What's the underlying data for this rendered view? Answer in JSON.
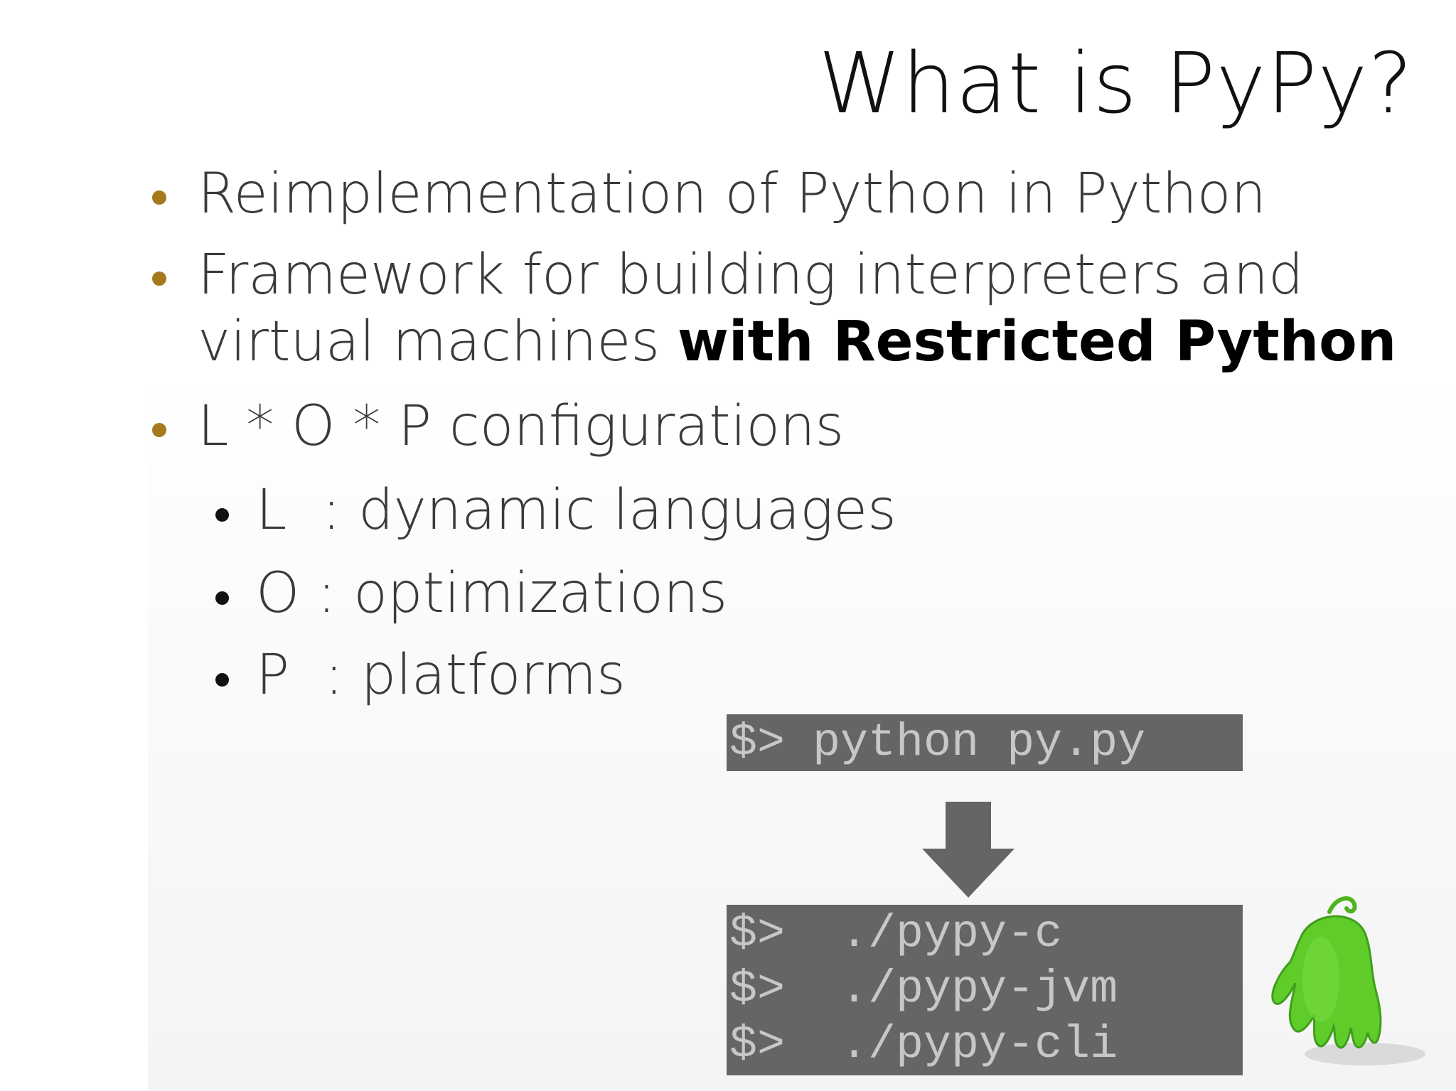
{
  "slide": {
    "title": "What is PyPy?",
    "bullets": [
      {
        "text": "Reimplementation of Python in Python"
      },
      {
        "line1": "Framework for building interpreters and",
        "line2_plain": "virtual machines ",
        "line2_bold": "with Restricted Python"
      },
      {
        "text": "L * O * P configurations"
      }
    ],
    "sub_bullets": [
      {
        "text": "L  : dynamic languages"
      },
      {
        "text": "O : optimizations"
      },
      {
        "text": "P  : platforms"
      }
    ],
    "command_top": "$> python py.py",
    "commands_bottom": [
      "$>  ./pypy-c",
      "$>  ./pypy-jvm",
      "$>  ./pypy-cli"
    ]
  },
  "icons": {
    "arrow": "down-arrow-icon",
    "mascot": "pypy-mascot-icon"
  },
  "colors": {
    "bullet": "#a47a1c",
    "sub_bullet": "#111111",
    "code_bg": "#666566",
    "code_text": "#c7c7c7",
    "mascot": "#5fcc2a"
  }
}
